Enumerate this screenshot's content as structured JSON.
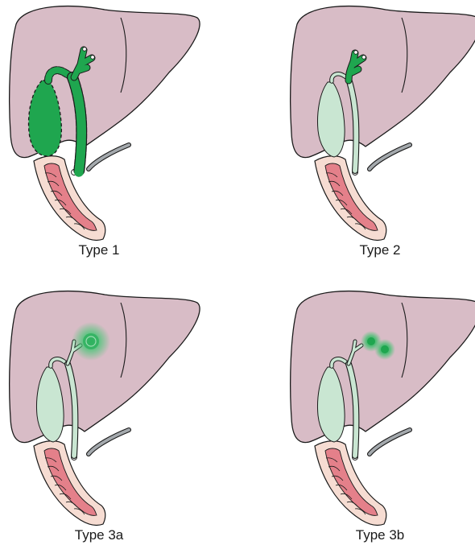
{
  "panels": [
    {
      "id": "type-1",
      "caption": "Type 1"
    },
    {
      "id": "type-2",
      "caption": "Type 2"
    },
    {
      "id": "type-3a",
      "caption": "Type 3a"
    },
    {
      "id": "type-3b",
      "caption": "Type 3b"
    }
  ],
  "colors": {
    "liver_fill": "#d8bcc6",
    "liver_stroke": "#1a1a1a",
    "duct_normal": "#c9e6d2",
    "duct_cyst": "#1fa64f",
    "cyst_glow": "#46c675",
    "duodenum_outer": "#f6dcd2",
    "duodenum_inner": "#e4808a",
    "pancreatic_duct": "#a4a9ad"
  }
}
